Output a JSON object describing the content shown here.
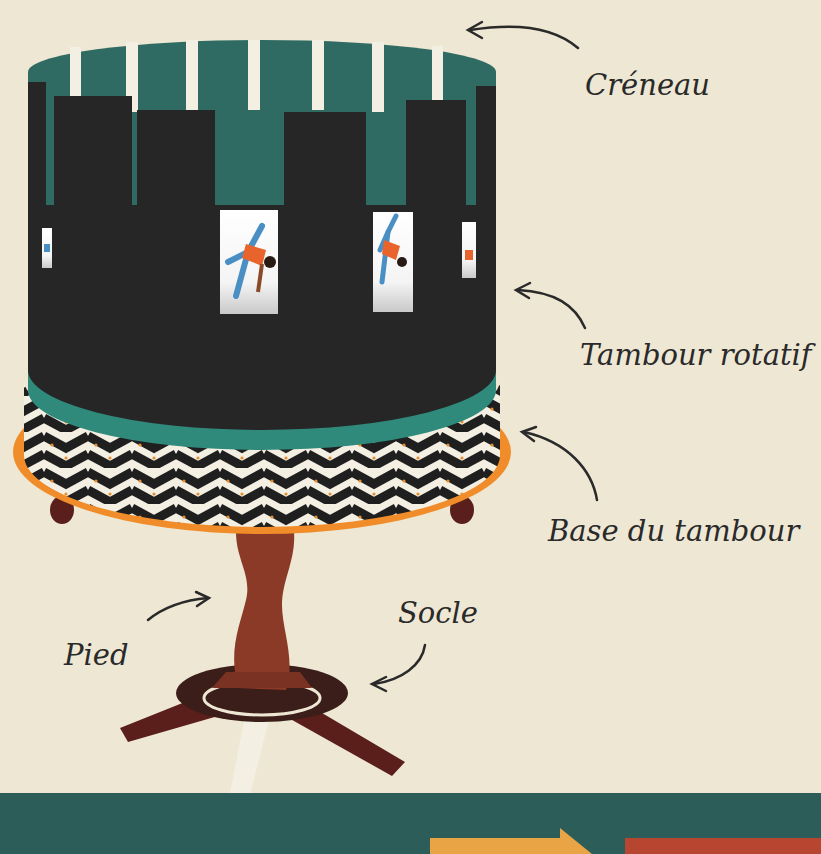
{
  "diagram": {
    "labels": [
      "Créneau",
      "Tambour rotatif",
      "Base du tambour",
      "Pied",
      "Socle"
    ]
  }
}
